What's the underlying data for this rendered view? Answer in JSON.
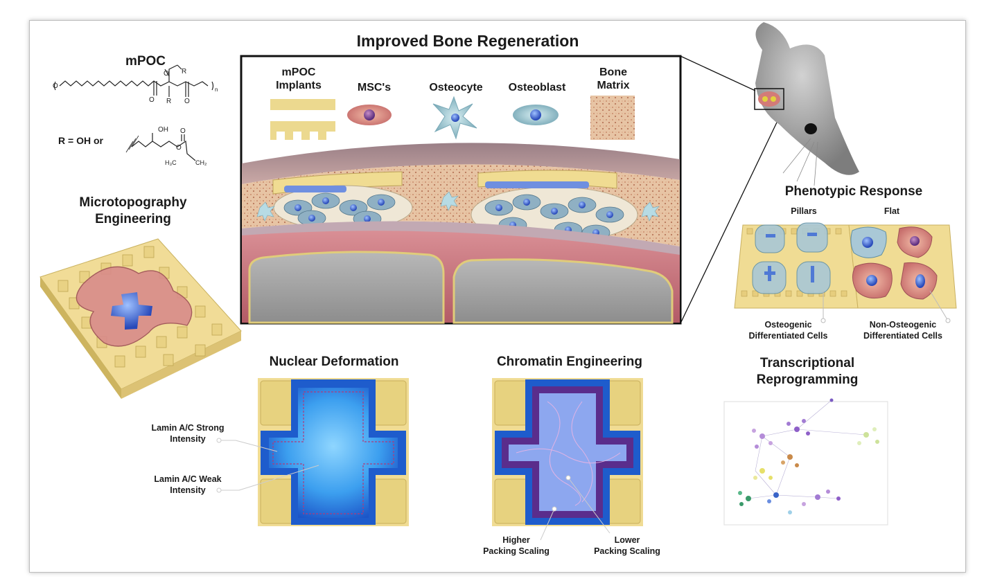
{
  "title": "Improved Bone Regeneration",
  "polymer": {
    "name": "mPOC",
    "r_definition": "R = OH   or",
    "formula_labels": [
      "O",
      "O",
      "R",
      "O",
      "R",
      "O",
      "n",
      "OH",
      "O",
      "O",
      "H₃C",
      "CH₂"
    ]
  },
  "legend": {
    "items": [
      {
        "line1": "mPOC",
        "line2": "Implants"
      },
      {
        "line1": "MSC's",
        "line2": ""
      },
      {
        "line1": "Osteocyte",
        "line2": ""
      },
      {
        "line1": "Osteoblast",
        "line2": ""
      },
      {
        "line1": "Bone",
        "line2": "Matrix"
      }
    ]
  },
  "microtopography": {
    "line1": "Microtopography",
    "line2": "Engineering"
  },
  "phenotypic": {
    "title": "Phenotypic Response",
    "pillars": "Pillars",
    "flat": "Flat",
    "osteo_line1": "Osteogenic",
    "osteo_line2": "Differentiated Cells",
    "nonosteo_line1": "Non-Osteogenic",
    "nonosteo_line2": "Differentiated Cells"
  },
  "nuclear": {
    "title": "Nuclear Deformation",
    "strong_line1": "Lamin A/C Strong",
    "strong_line2": "Intensity",
    "weak_line1": "Lamin A/C Weak",
    "weak_line2": "Intensity"
  },
  "chromatin": {
    "title": "Chromatin Engineering",
    "higher_line1": "Higher",
    "higher_line2": "Packing Scaling",
    "lower_line1": "Lower",
    "lower_line2": "Packing Scaling"
  },
  "transcriptional": {
    "line1": "Transcriptional",
    "line2": "Reprogramming"
  },
  "colors": {
    "implant": "#efd98e",
    "nucleus_blue": "#3f7fe0",
    "cytoplasm_pink": "#d7908a",
    "cell_teal": "#9fc7cf",
    "purple": "#6b3fa0"
  }
}
